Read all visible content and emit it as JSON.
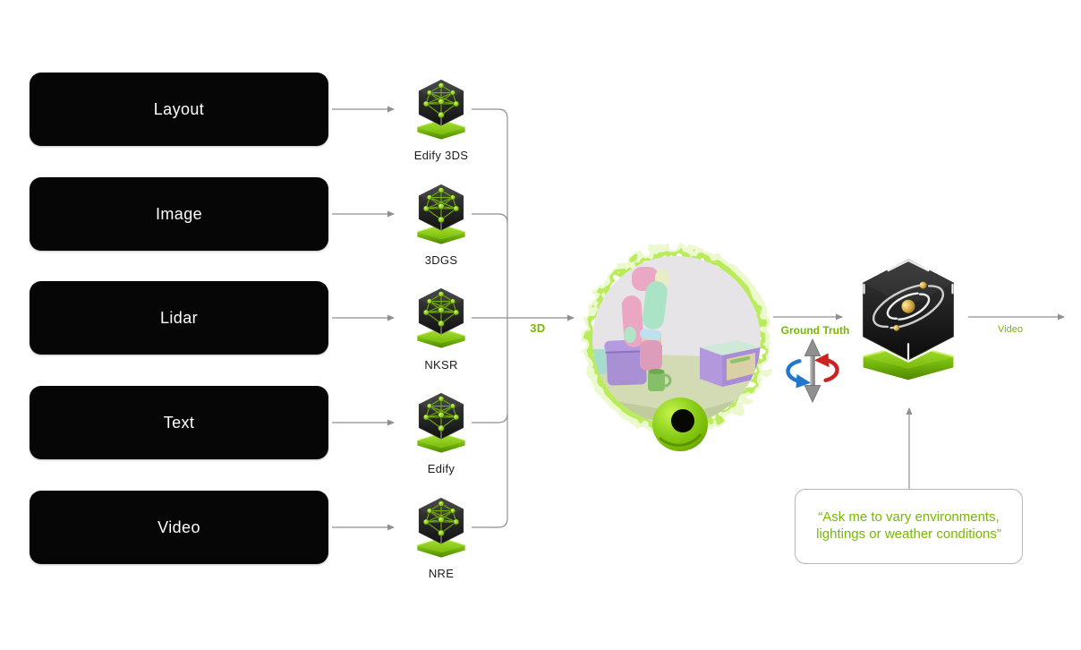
{
  "diagram": {
    "title_hint": "multi-modal inputs to 3D world generation flow",
    "flow": {
      "inputs": [
        {
          "label": "Layout",
          "model": "Edify 3DS"
        },
        {
          "label": "Image",
          "model": "3DGS"
        },
        {
          "label": "Lidar",
          "model": "NKSR"
        },
        {
          "label": "Text",
          "model": "Edify"
        },
        {
          "label": "Video",
          "model": "NRE"
        }
      ],
      "stage_labels": {
        "three_d": "3D",
        "ground_truth": "Ground Truth",
        "video_out": "Video"
      },
      "callout": {
        "text": "“Ask me to vary environments, lightings or weather conditions”"
      },
      "scene": {
        "alt": "pastel 3D render of a robot arm on a table with cabinet, mug and boxes inside a green-splattered circle with a green camera lens ring"
      }
    },
    "icons": {
      "model_icon": "neural-network-cube-icon",
      "world_model_icon": "galaxy-cube-icon",
      "rotation_icon": "rotation-axis-icon",
      "lens_icon": "green-torus-icon"
    },
    "colors": {
      "nvidia_green": "#76b900",
      "lime_highlight": "#b6ea55",
      "box_black": "#060606",
      "connector_gray": "#8f8f8f",
      "callout_border": "#b7b7b7",
      "rotation_blue": "#2277cc",
      "rotation_red": "#cc2222",
      "scene_bg": "#e6e4e6"
    }
  }
}
